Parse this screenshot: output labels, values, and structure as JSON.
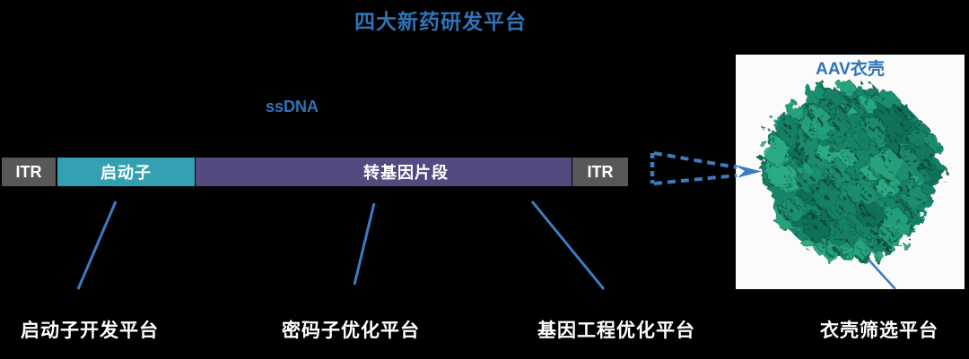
{
  "title": "四大新药研发平台",
  "construct": {
    "ssdna_label": "ssDNA",
    "segments": [
      {
        "name": "itr-left",
        "label": "ITR",
        "color": "#58585A"
      },
      {
        "name": "promoter",
        "label": "启动子",
        "color": "#33A0B1"
      },
      {
        "name": "transgene",
        "label": "转基因片段",
        "color": "#544A80"
      },
      {
        "name": "itr-right",
        "label": "ITR",
        "color": "#58585A"
      }
    ]
  },
  "capsid": {
    "label": "AAV衣壳",
    "panel_background": "#FBFBFB",
    "colors": {
      "base": "#17866A",
      "blobs": [
        "#1E8E6F",
        "#26A27C",
        "#148066",
        "#2BAD85",
        "#10705A"
      ],
      "speckle": "#053326"
    }
  },
  "platforms": [
    {
      "label": "启动子开发平台"
    },
    {
      "label": "密码子优化平台"
    },
    {
      "label": "基因工程优化平台"
    },
    {
      "label": "衣壳筛选平台"
    }
  ],
  "colors": {
    "background": "#000000",
    "accent_blue": "#2E74B6",
    "line_blue": "#3B7CC0",
    "label_white": "#FFFFFF"
  }
}
